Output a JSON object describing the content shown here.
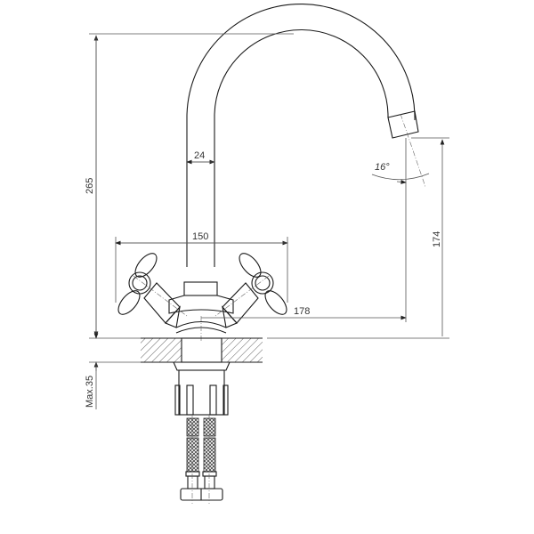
{
  "drawing": {
    "subject": "single-hole two-handle kitchen faucet with swivel spout",
    "line_color": "#1a1a1a",
    "dimension_color": "#555555",
    "background": "#ffffff"
  },
  "dimensions": {
    "total_height": "265",
    "spout_diameter": "24",
    "handle_span": "150",
    "spout_reach": "178",
    "spout_clearance_height": "174",
    "spout_angle": "16°",
    "max_counter_thickness": "Max.35"
  }
}
